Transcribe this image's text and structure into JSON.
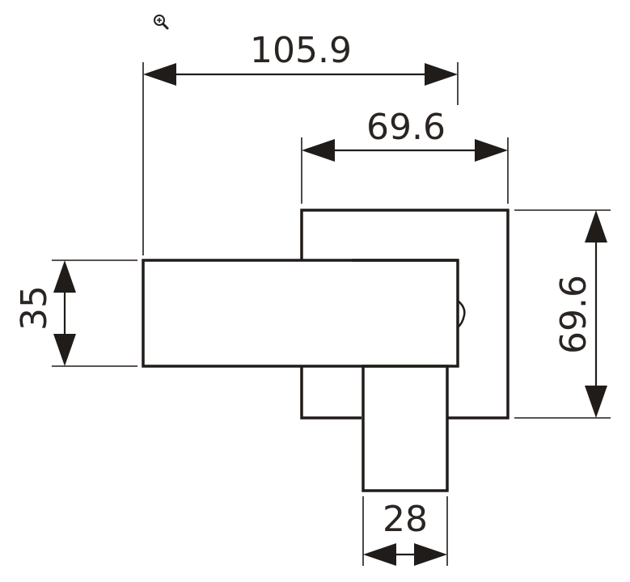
{
  "toolbar": {
    "zoom_icon": "magnifier-plus-icon"
  },
  "dimensions": {
    "overall_width": "105.9",
    "back_plate_width": "69.6",
    "back_plate_height": "69.6",
    "handle_height": "35",
    "stem_width": "28"
  },
  "colors": {
    "line": "#201c19",
    "text": "#2a2522",
    "background": "#ffffff"
  }
}
